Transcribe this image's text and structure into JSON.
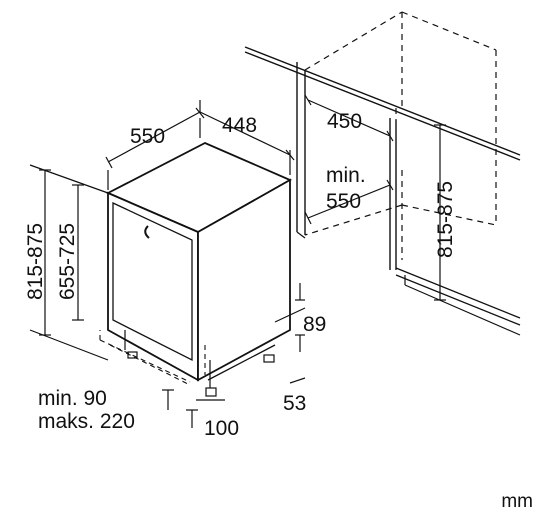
{
  "labels": {
    "depth_550": "550",
    "width_448": "448",
    "niche_depth_450": "450",
    "niche_min": "min.",
    "niche_550": "550",
    "niche_height_range": "815-875",
    "appliance_height_range": "815-875",
    "door_height_range": "655-725",
    "plinth_89": "89",
    "plinth_53": "53",
    "kick_100": "100",
    "min_90": "min. 90",
    "max_220": "maks. 220"
  },
  "unit": "mm"
}
